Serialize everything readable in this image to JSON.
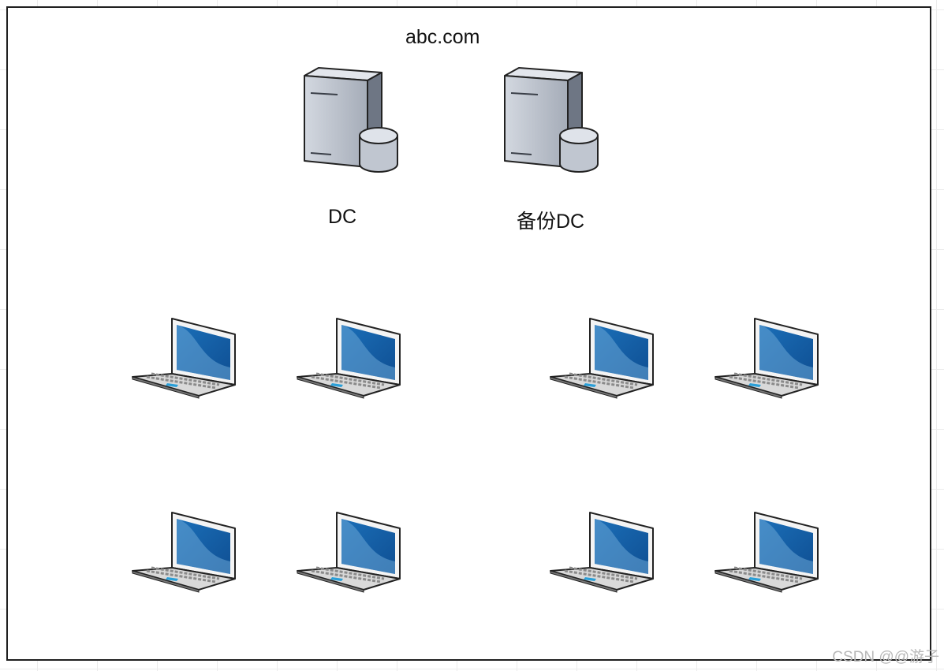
{
  "diagram": {
    "domain_label": "abc.com",
    "servers": [
      {
        "label": "DC",
        "icon": "server-icon"
      },
      {
        "label": "备份DC",
        "icon": "server-icon"
      }
    ],
    "laptop_icon": "laptop-icon",
    "laptop_count": 8
  },
  "watermark": "CSDN @@游子",
  "colors": {
    "frame": "#1f1f1f",
    "server_body": "#b8bfca",
    "laptop_screen": "#1b6fb8"
  }
}
